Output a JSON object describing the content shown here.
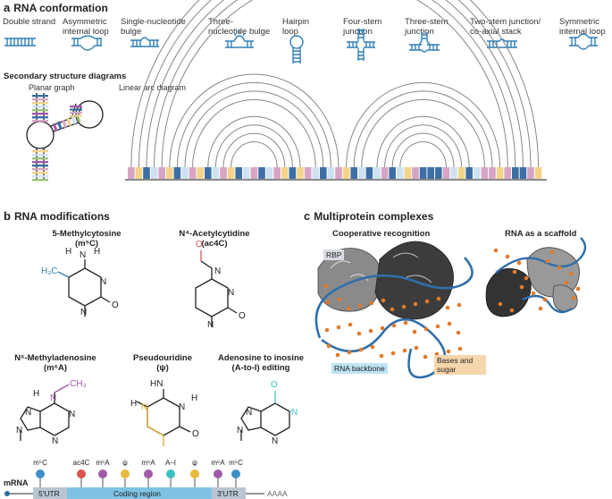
{
  "panel_a": {
    "letter": "a",
    "title": "RNA conformation",
    "conformations": [
      "Double strand",
      "Asymmetric internal loop",
      "Single-nucleotide bulge",
      "Three-nucleotide bulge",
      "Hairpin loop",
      "Four-stem junction",
      "Three-stem junction",
      "Two-stem junction/ co-axial stack",
      "Symmetric internal loop"
    ],
    "secondary_title": "Secondary structure diagrams",
    "planar_label": "Planar graph",
    "arc_label": "Linear arc diagram",
    "sequence": "CGAUCGAUCGAUCGAUCAUCGAGCUAUCGAUAUCAUGCAAACUGAUCCGCAACG",
    "colors": {
      "A": "#3d6fa5",
      "C": "#d8a4c4",
      "G": "#f3d48a",
      "U": "#cfe1f1"
    }
  },
  "panel_b": {
    "letter": "b",
    "title": "RNA modifications",
    "mods": [
      {
        "name": "5-Methylcytosine",
        "abbr": "(m⁵C)"
      },
      {
        "name": "N⁴-Acetylcytidine",
        "abbr": "(ac4C)"
      },
      {
        "name": "N⁶-Methyladenosine",
        "abbr": "(m⁶A)"
      },
      {
        "name": "Pseudouridine",
        "abbr": "(ψ)"
      },
      {
        "name": "Adenosine to inosine",
        "abbr": "(A-to-I) editing"
      }
    ],
    "atoms": {
      "N": "N",
      "NH": "N",
      "H": "H",
      "O": "O",
      "CH3": "CH₃",
      "H3C": "H₃C",
      "HN": "HN"
    },
    "mrna": {
      "label": "mRNA",
      "utr5": "5′UTR",
      "coding": "Coding region",
      "utr3": "3′UTR",
      "tail": "AAAA",
      "marks": [
        {
          "label": "m⁵C",
          "color": "#3d8fc9"
        },
        {
          "label": "ac4C",
          "color": "#d9534f"
        },
        {
          "label": "m⁶A",
          "color": "#a15aa8"
        },
        {
          "label": "ψ",
          "color": "#e8b93c"
        },
        {
          "label": "m⁶A",
          "color": "#a15aa8"
        },
        {
          "label": "A–I",
          "color": "#3fbfbf"
        },
        {
          "label": "ψ",
          "color": "#e8b93c"
        },
        {
          "label": "m⁶A",
          "color": "#a15aa8"
        },
        {
          "label": "m⁵C",
          "color": "#3d8fc9"
        }
      ]
    }
  },
  "panel_c": {
    "letter": "c",
    "title": "Multiprotein complexes",
    "coop": "Cooperative recognition",
    "scaffold": "RNA as a scaffold",
    "rbp": "RBP",
    "backbone": "RNA backbone",
    "bases": "Bases and sugar"
  }
}
